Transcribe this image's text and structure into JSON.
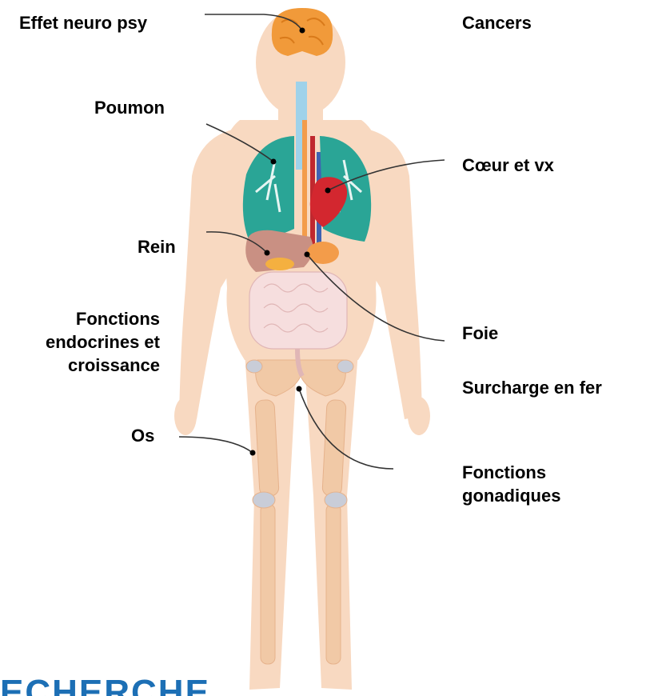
{
  "labels": {
    "neuro": "Effet neuro psy",
    "poumon": "Poumon",
    "rein": "Rein",
    "endocrine": [
      "Fonctions",
      "endocrines et",
      "croissance"
    ],
    "os": "Os",
    "cancers": "Cancers",
    "coeur": "Cœur et vx",
    "foie": "Foie",
    "surcharge": "Surcharge en fer",
    "gonadiques": [
      "Fonctions",
      "gonadiques"
    ]
  },
  "watermark": "ECHERCHE",
  "colors": {
    "skin": "#f8d9c1",
    "bone": "#f1c9a6",
    "brain": "#f19a3a",
    "lung": "#2aa596",
    "heart": "#d3272f",
    "intestine": "#f6dede",
    "leader": "#333333",
    "watermark": "#1c6fb5"
  }
}
